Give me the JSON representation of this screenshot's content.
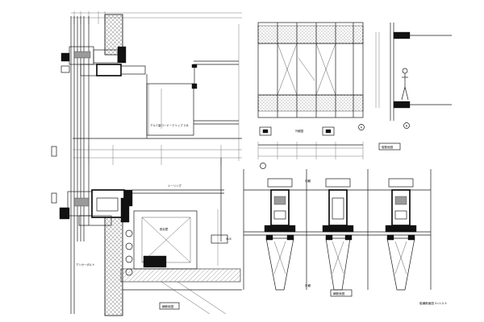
{
  "title": "縦横断面図 S=1:2.5",
  "labels": {
    "clip": "アルミ製コーナークリップ 2-B",
    "seal": "シーリング",
    "wall": "既存壁",
    "bolt": "SUS",
    "anchor": "アンカーボルト",
    "section_a": "横断面図",
    "section_b": "横断面図",
    "interior": "内観",
    "exterior": "外観",
    "elevation": "外観図",
    "vsection": "縦断面図"
  },
  "tags": {
    "detail_a": "A",
    "detail_b": "B"
  },
  "colors": {
    "line": "#1a1a1a",
    "fill": "#111111",
    "hatch": "#555555",
    "background": "#ffffff"
  }
}
